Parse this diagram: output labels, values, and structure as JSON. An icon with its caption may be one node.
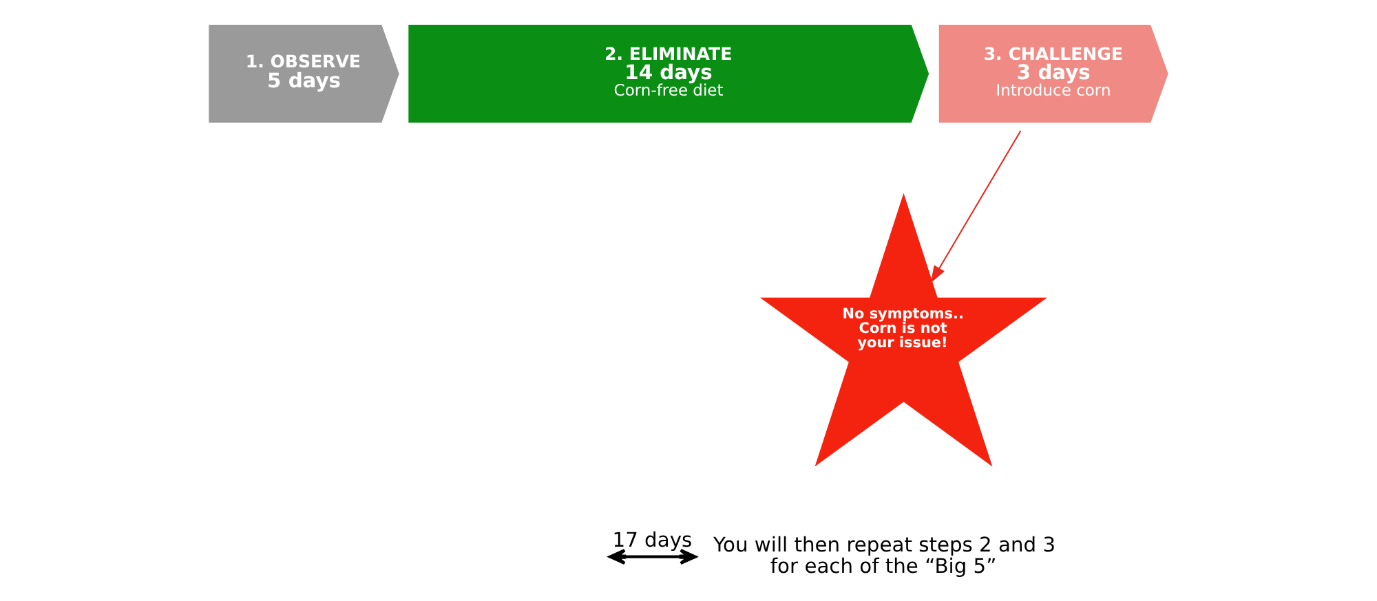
{
  "diagram": {
    "nodes": [
      {
        "text": [
          "1. OBSERVE",
          "5 days"
        ]
      },
      {
        "text": [
          "2. ELIMINATE",
          "14 days",
          "Corn-free diet"
        ]
      },
      {
        "text": [
          "3. CHALLENGE",
          "3 days",
          "Introduce corn"
        ]
      },
      {
        "text": [
          "No symptoms.. Corn is not your issue!"
        ]
      }
    ],
    "edges": [
      {
        "from": 2,
        "to": 3,
        "arrow": "to",
        "color": "#e8281e"
      }
    ],
    "labels": [
      "17 days",
      "You will then repeat steps 2 and 3 for each of the “Big 5”"
    ]
  }
}
